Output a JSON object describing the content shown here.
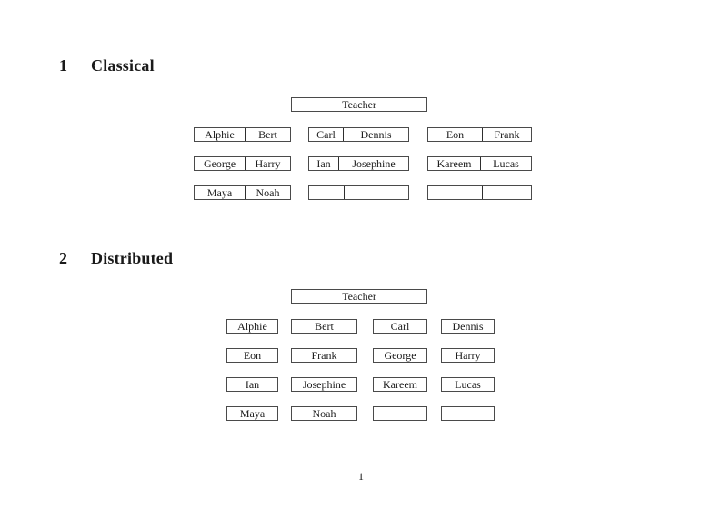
{
  "document": {
    "page_number": "1"
  },
  "classical": {
    "heading_number": "1",
    "heading_title": "Classical",
    "teacher_label": "Teacher",
    "desks": [
      {
        "seats": [
          "Alphie",
          "Bert"
        ]
      },
      {
        "seats": [
          "Carl",
          "Dennis"
        ]
      },
      {
        "seats": [
          "Eon",
          "Frank"
        ]
      },
      {
        "seats": [
          "George",
          "Harry"
        ]
      },
      {
        "seats": [
          "Ian",
          "Josephine"
        ]
      },
      {
        "seats": [
          "Kareem",
          "Lucas"
        ]
      },
      {
        "seats": [
          "Maya",
          "Noah"
        ]
      },
      {
        "seats": [
          "",
          ""
        ]
      },
      {
        "seats": [
          "",
          ""
        ]
      }
    ]
  },
  "distributed": {
    "heading_number": "2",
    "heading_title": "Distributed",
    "teacher_label": "Teacher",
    "students": [
      "Alphie",
      "Bert",
      "Carl",
      "Dennis",
      "Eon",
      "Frank",
      "George",
      "Harry",
      "Ian",
      "Josephine",
      "Kareem",
      "Lucas",
      "Maya",
      "Noah",
      "",
      ""
    ]
  }
}
